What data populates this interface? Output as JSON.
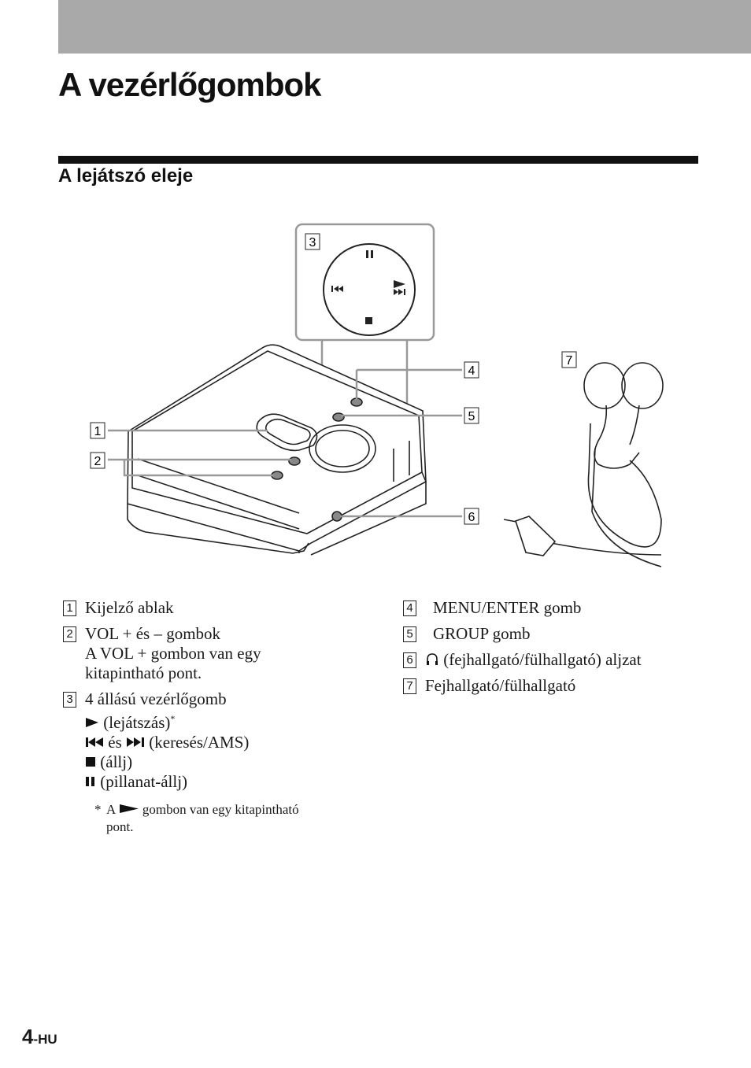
{
  "page": {
    "title": "A vezérlőgombok",
    "section_title": "A lejátszó eleje",
    "page_number": "4",
    "page_suffix": "-HU"
  },
  "figure": {
    "callouts": [
      "1",
      "2",
      "3",
      "4",
      "5",
      "6",
      "7"
    ]
  },
  "legend": {
    "items": [
      {
        "num": "1",
        "text": "Kijelző ablak"
      },
      {
        "num": "2",
        "lines": [
          "VOL + és – gombok",
          "A VOL + gombon van egy",
          "kitapintható pont."
        ]
      },
      {
        "num": "3",
        "title": "4 állású vezérlőgomb",
        "play": "(lejátszás)",
        "play_mark": "*",
        "search_and": "és",
        "search": "(keresés/AMS)",
        "stop": "(állj)",
        "pause": "(pillanat-állj)"
      },
      {
        "num": "4",
        "text": "MENU/ENTER gomb"
      },
      {
        "num": "5",
        "text": "GROUP gomb"
      },
      {
        "num": "6",
        "text": "(fejhallgató/fülhallgató) aljzat"
      },
      {
        "num": "7",
        "text": "Fejhallgató/fülhallgató"
      }
    ],
    "footnote": {
      "mark": "*",
      "before": "A",
      "after": "gombon van egy kitapintható",
      "line2": "pont."
    }
  },
  "icons": {
    "play": "play-icon",
    "prev": "previous-track-icon",
    "next": "next-track-icon",
    "stop": "stop-icon",
    "pause": "pause-icon",
    "headphone": "headphone-icon"
  }
}
